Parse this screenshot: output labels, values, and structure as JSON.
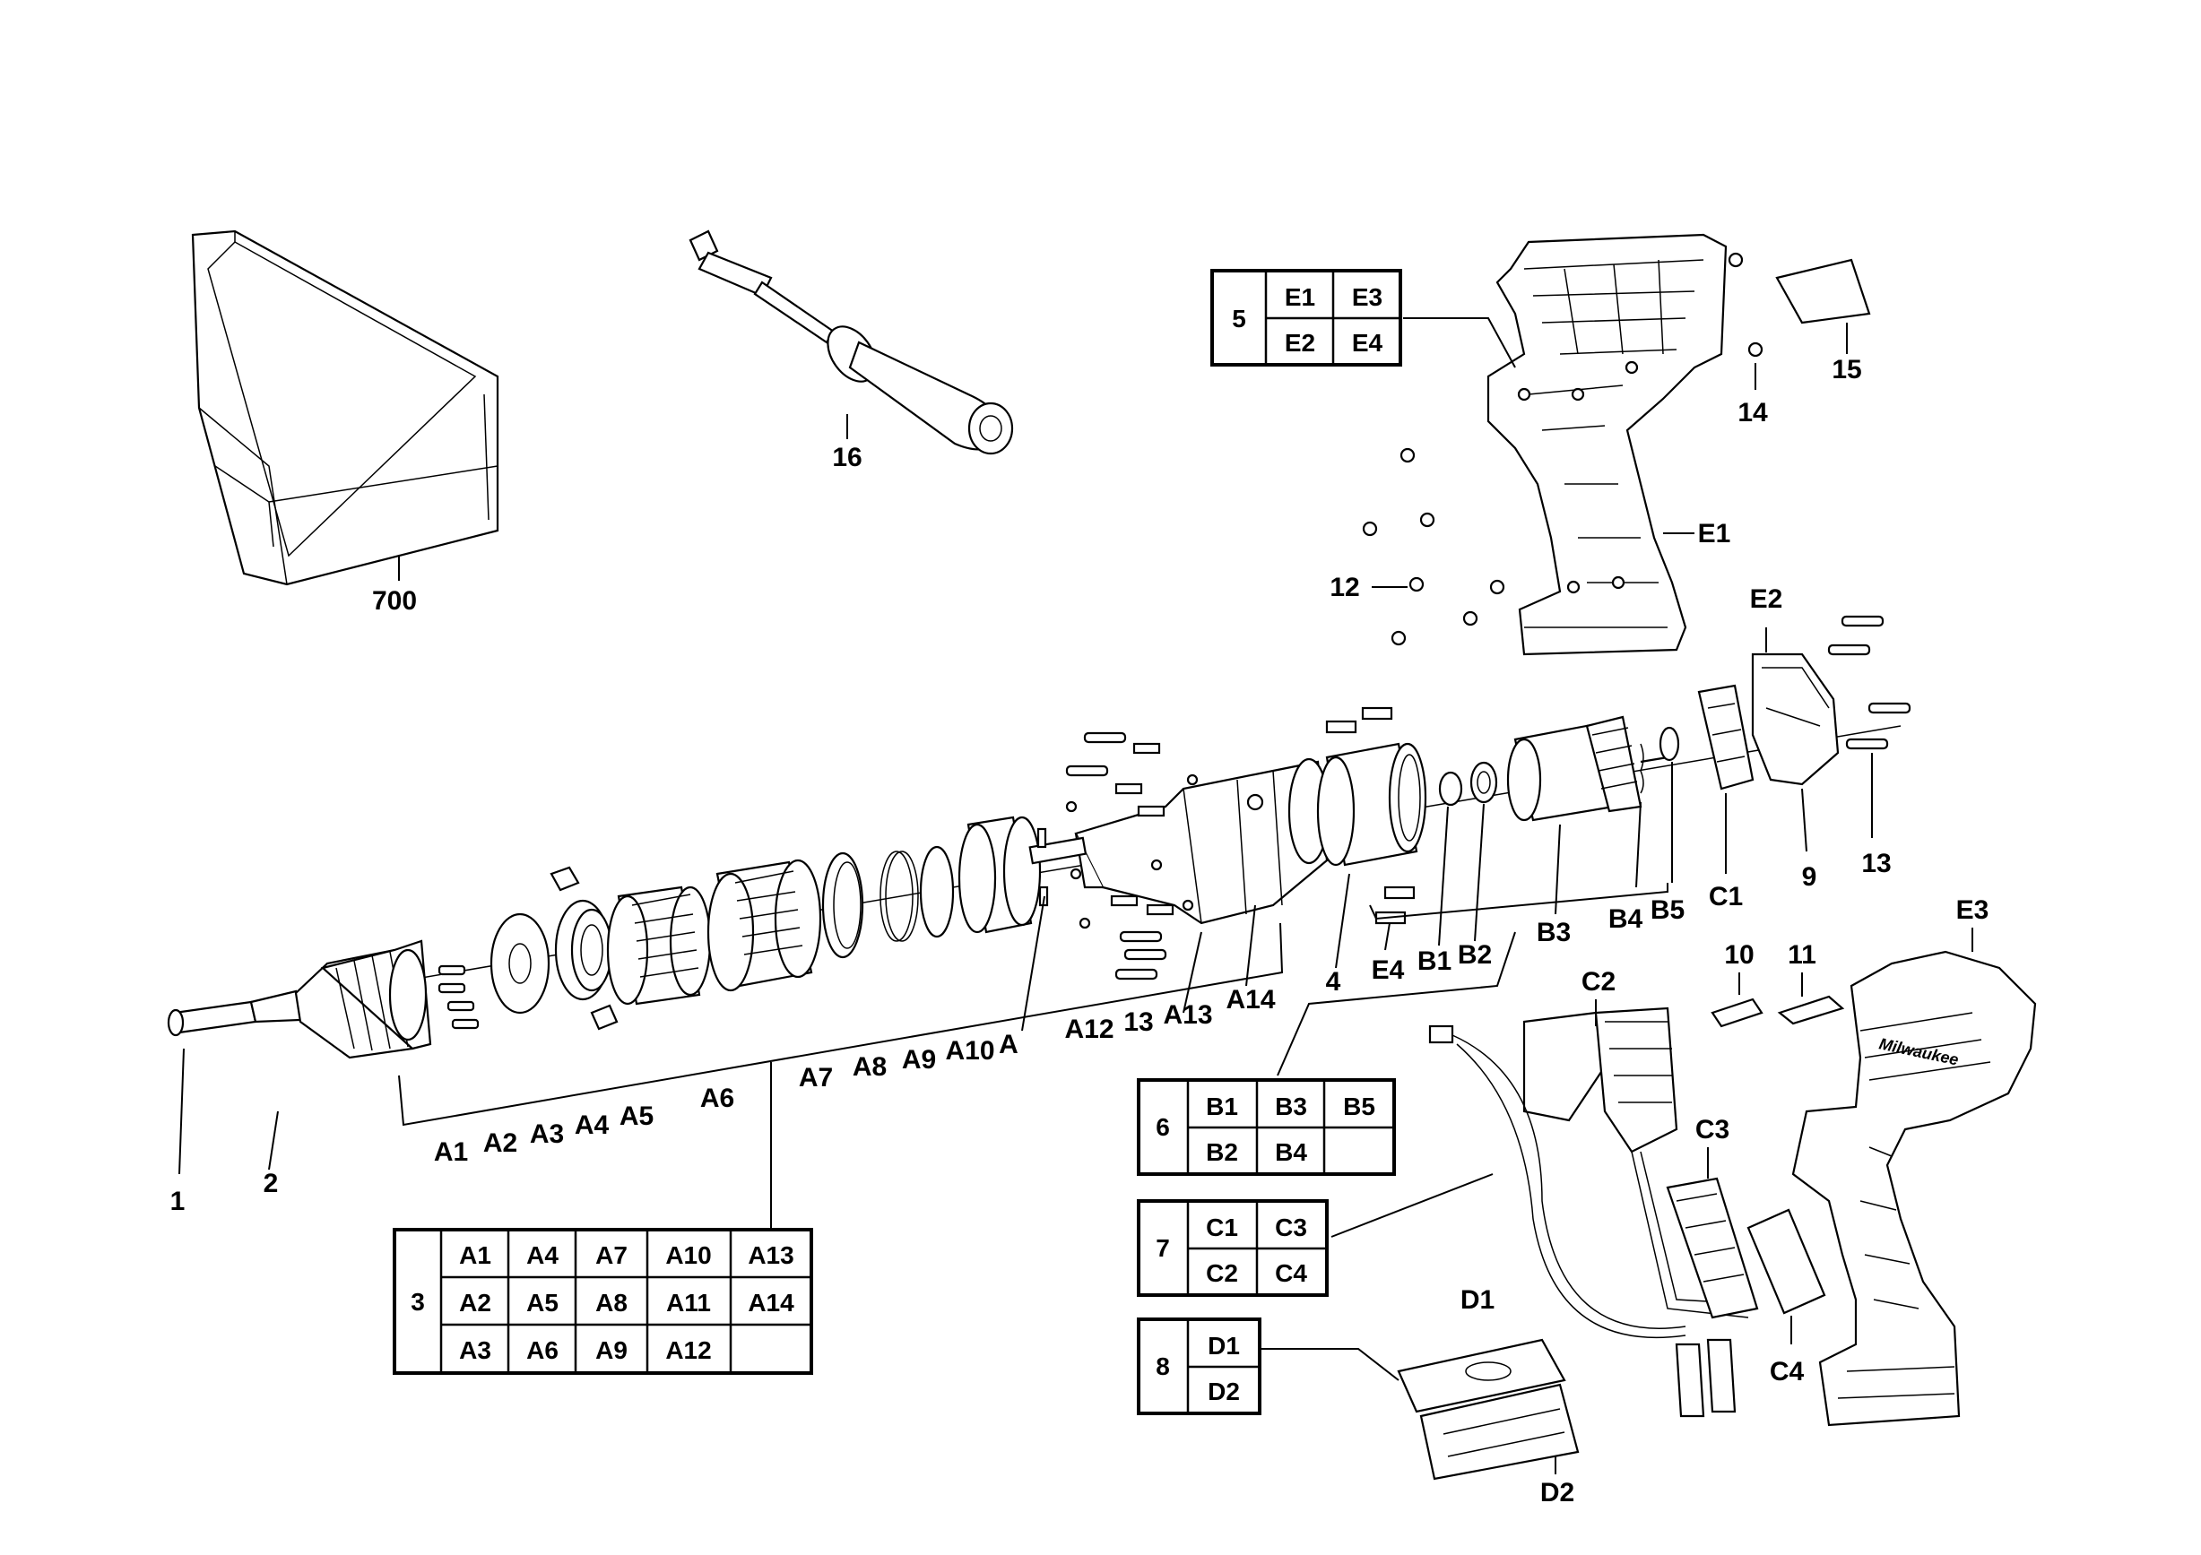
{
  "labels": {
    "l700": "700",
    "l16": "16",
    "l15": "15",
    "l14": "14",
    "l12": "12",
    "lE1": "E1",
    "lE2": "E2",
    "lE3": "E3",
    "lE4": "E4",
    "l1": "1",
    "l2": "2",
    "l4": "4",
    "l9": "9",
    "l10": "10",
    "l11": "11",
    "l13a": "13",
    "l13b": "13",
    "lA": "A",
    "lA1": "A1",
    "lA2": "A2",
    "lA3": "A3",
    "lA4": "A4",
    "lA5": "A5",
    "lA6": "A6",
    "lA7": "A7",
    "lA8": "A8",
    "lA9": "A9",
    "lA10": "A10",
    "lA12": "A12",
    "lA13": "A13",
    "lA14": "A14",
    "lB1": "B1",
    "lB2": "B2",
    "lB3": "B3",
    "lB4": "B4",
    "lB5": "B5",
    "lC1": "C1",
    "lC2": "C2",
    "lC3": "C3",
    "lC4": "C4",
    "lD1": "D1",
    "lD2": "D2"
  },
  "tables": {
    "t5": {
      "num": "5",
      "cells": [
        "E1",
        "E3",
        "E2",
        "E4"
      ]
    },
    "t3": {
      "num": "3",
      "cells": [
        "A1",
        "A4",
        "A7",
        "A10",
        "A13",
        "A2",
        "A5",
        "A8",
        "A11",
        "A14",
        "A3",
        "A6",
        "A9",
        "A12",
        ""
      ]
    },
    "t6": {
      "num": "6",
      "cells": [
        "B1",
        "B3",
        "B5",
        "B2",
        "B4",
        ""
      ]
    },
    "t7": {
      "num": "7",
      "cells": [
        "C1",
        "C3",
        "C2",
        "C4"
      ]
    },
    "t8": {
      "num": "8",
      "cells": [
        "D1",
        "D2"
      ]
    }
  }
}
